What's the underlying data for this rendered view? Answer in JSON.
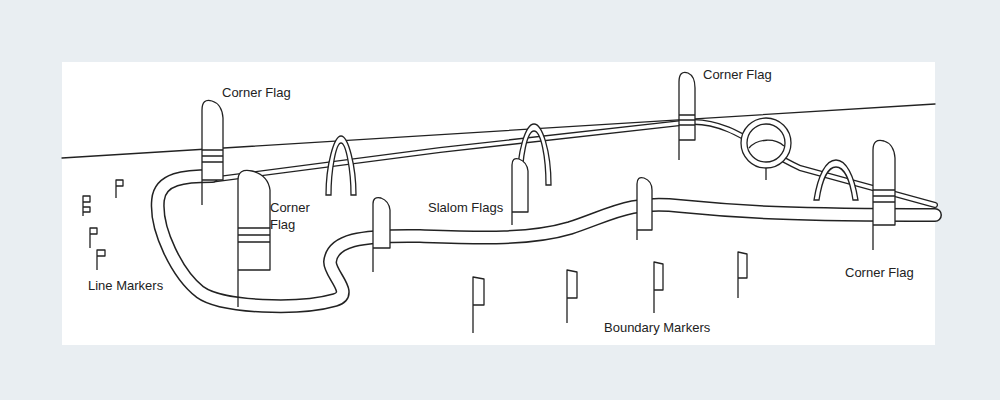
{
  "diagram": {
    "labels": [
      "Corner Flag",
      "Corner Flag",
      "Corner Flag",
      "Slalom Flags",
      "Line Markers",
      "Corner Flag",
      "Boundary Markers"
    ]
  }
}
